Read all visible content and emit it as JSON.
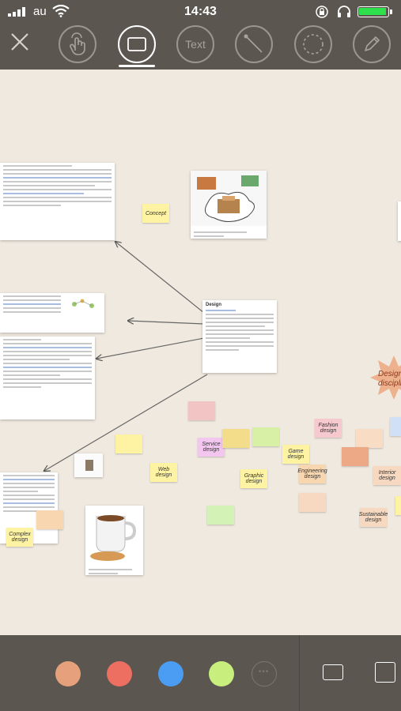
{
  "status_bar": {
    "carrier": "au",
    "time": "14:43"
  },
  "toolbar": {
    "close_icon": "close-x-icon",
    "tools": [
      {
        "name": "touch",
        "icon": "hand-pointer-icon"
      },
      {
        "name": "rectangle",
        "icon": "rectangle-icon",
        "active": true
      },
      {
        "name": "text",
        "label": "Text"
      },
      {
        "name": "line",
        "icon": "diagonal-line-icon"
      },
      {
        "name": "lasso",
        "icon": "dashed-circle-icon"
      },
      {
        "name": "pen",
        "icon": "pencil-icon"
      }
    ]
  },
  "canvas": {
    "doc_design_title": "Design",
    "stickies": [
      {
        "label": "Concept",
        "color": "#fdf3a3"
      },
      {
        "label": "Service design",
        "color": "#f3c6f0"
      },
      {
        "label": "Web design",
        "color": "#fdf3a3"
      },
      {
        "label": "Fashion design",
        "color": "#f6c9cf"
      },
      {
        "label": "Game design",
        "color": "#fdf3a3"
      },
      {
        "label": "Engineering design",
        "color": "#f8d7b0"
      },
      {
        "label": "Graphic design",
        "color": "#fdf3a3"
      },
      {
        "label": "Complex design",
        "color": "#fdf3a3"
      },
      {
        "label": "Interior design",
        "color": "#f6d9c0"
      },
      {
        "label": "Sustainable design",
        "color": "#f6d9c0"
      }
    ],
    "star_text": [
      "Design",
      "disciplines"
    ]
  },
  "palette": {
    "colors": [
      "#e6a07c",
      "#ec6f62",
      "#4a9df3",
      "#c8ef7d"
    ],
    "more_label": "•••"
  }
}
